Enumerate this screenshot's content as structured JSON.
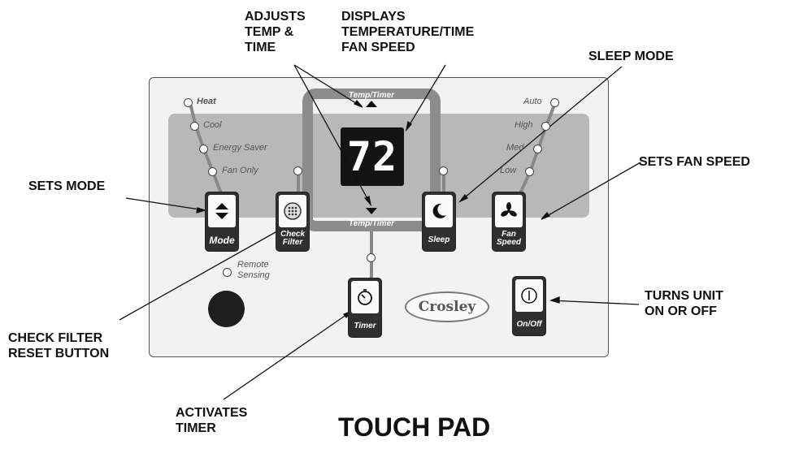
{
  "callouts": {
    "adjusts": "ADJUSTS\nTEMP &\nTIME",
    "displays": "   DISPLAYS\nTEMPERATURE/TIME\nFAN SPEED",
    "sleep_mode": "SLEEP MODE",
    "sets_mode": "SETS MODE",
    "sets_fan_speed": "SETS FAN SPEED",
    "turns_on_off": "TURNS UNIT\nON OR OFF",
    "check_filter": "CHECK FILTER\nRESET BUTTON",
    "activates_timer": "ACTIVATES\nTIMER"
  },
  "title": "TOUCH PAD",
  "panel": {
    "frame_label_top": "Temp/Timer",
    "frame_label_bottom": "Temp/Timer",
    "display_value": "72",
    "modes": [
      "Heat",
      "Cool",
      "Energy Saver",
      "Fan Only"
    ],
    "fan_speeds": [
      "Auto",
      "High",
      "Med",
      "Low"
    ],
    "remote_sensing": "Remote\nSensing",
    "brand": "Crosley",
    "buttons": {
      "mode": "Mode",
      "check_filter": "Check\nFilter",
      "sleep": "Sleep",
      "fan_speed": "Fan\nSpeed",
      "timer": "Timer",
      "on_off": "On/Off"
    }
  },
  "colors": {
    "panel_band": "#b8b8b8",
    "frame": "#8c8c8c",
    "button": "#2f2f2f",
    "display": "#141414"
  },
  "icons": {
    "mode": "up-down-arrows-icon",
    "check_filter": "filter-dots-icon",
    "sleep": "crescent-moon-icon",
    "fan_speed": "fan-icon",
    "timer": "stopwatch-icon",
    "on_off": "power-icon"
  }
}
